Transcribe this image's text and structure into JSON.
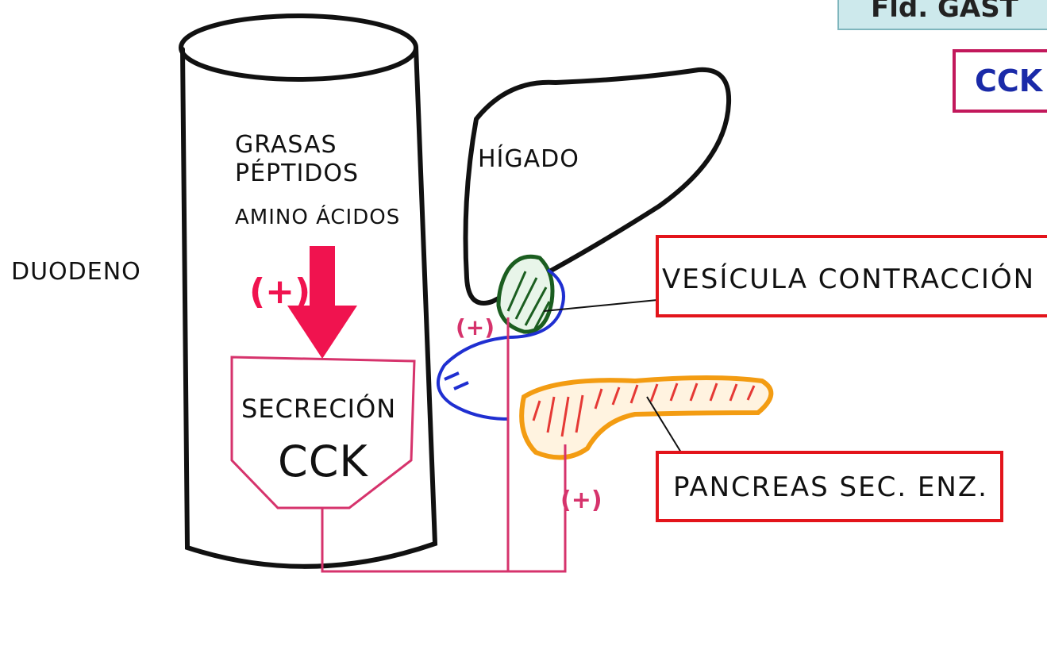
{
  "header": {
    "title_fragment": "Fld. GAST",
    "hormone_box": "CCK"
  },
  "labels": {
    "duodeno": "DUODENO",
    "nutrients": [
      "GRASAS",
      "PÉPTIDOS",
      "AMINO ÁCIDOS"
    ],
    "stimulus_sign": "(+)",
    "secretion_line1": "SECRECIÓN",
    "secretion_line2": "CCK",
    "higado": "HÍGADO",
    "plus_liver": "(+)",
    "plus_pancreas": "(+)"
  },
  "callouts": {
    "vesicula": "VESÍCULA CONTRACCIÓN",
    "pancreas": "PANCREAS SEC. ENZ."
  },
  "colors": {
    "ink": "#111111",
    "pink_line": "#d6336c",
    "red_arrow": "#f0134f",
    "red_box": "#e3141b",
    "magenta_box": "#c2185b",
    "gallbladder_green": "#1b5e20",
    "bile_duct_blue": "#1f2fd1",
    "pancreas_orange": "#f39c12",
    "pancreas_red": "#e53935",
    "title_bg": "#cde9ec"
  }
}
